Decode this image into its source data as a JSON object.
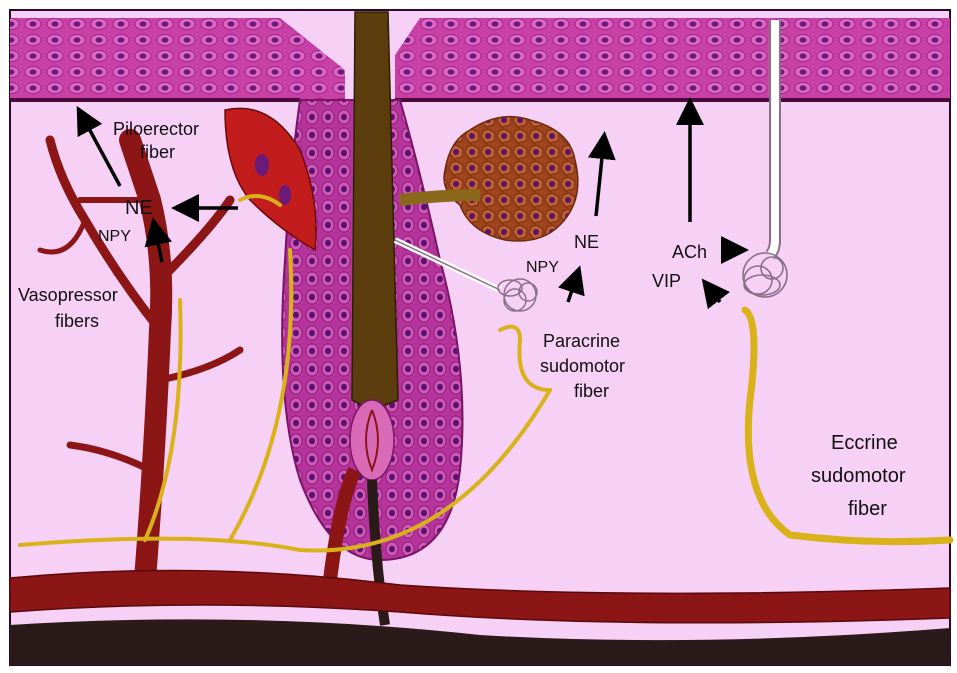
{
  "labels": {
    "piloerector_line1": "Piloerector",
    "piloerector_line2": "fiber",
    "ne_left": "NE",
    "npy_left": "NPY",
    "vasopressor_line1": "Vasopressor",
    "vasopressor_line2": "fibers",
    "ne_mid": "NE",
    "npy_mid": "NPY",
    "paracrine_line1": "Paracrine",
    "paracrine_line2": "sudomotor",
    "paracrine_line3": "fiber",
    "ach": "ACh",
    "vip": "VIP",
    "eccrine_line1": "Eccrine",
    "eccrine_line2": "sudomotor",
    "eccrine_line3": "fiber"
  },
  "colors": {
    "dermis": "#f7d0f5",
    "epidermis": "#c83fa6",
    "epidermis_cell": "#8e1f7c",
    "basal_line": "#4a0a3a",
    "hair_shaft": "#5c3d0e",
    "follicle": "#b5349b",
    "artery": "#8c1515",
    "vein": "#2a1a1a",
    "nerve": "#d9b21a",
    "muscle": "#c31c1c",
    "gland": "#a1451f",
    "arrow": "#000000"
  }
}
